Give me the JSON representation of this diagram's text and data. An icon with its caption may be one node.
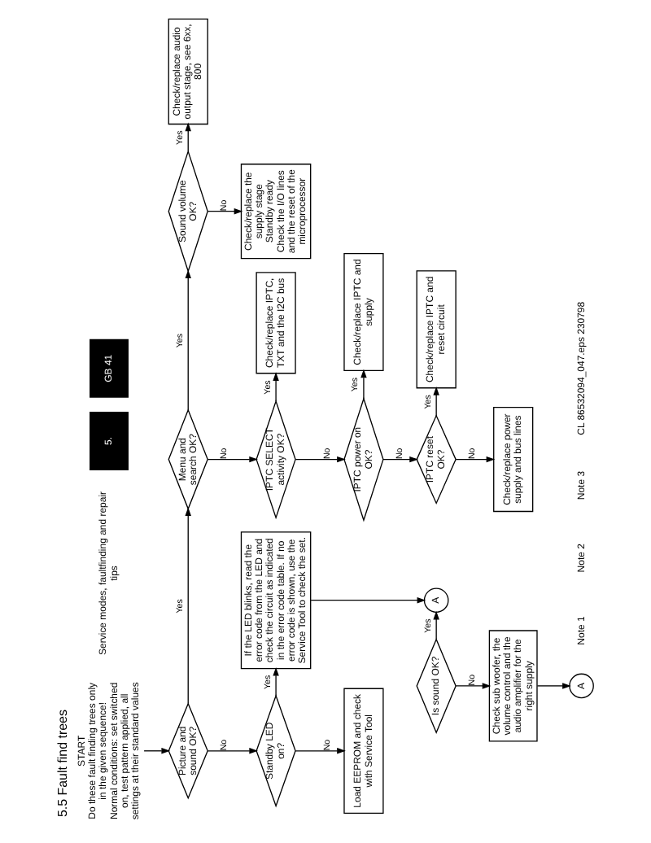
{
  "diagram": {
    "title": "5.5 Fault find trees",
    "nodes": [
      {
        "text": [
          "START",
          "Do these fault finding trees only in the given sequence!",
          "Normal conditions: set switched on, test pattern applied, all settings at their standard values"
        ]
      },
      {
        "text": [
          "Picture and sound OK?"
        ]
      },
      {
        "text": [
          "Menu and search OK?"
        ]
      },
      {
        "text": [
          "Sound volume OK?"
        ]
      },
      {
        "text": [
          "Check/replace audio output stage, see 6xx, 800"
        ]
      },
      {
        "text": [
          "Standby LED on?"
        ]
      },
      {
        "text": [
          "If the LED blinks, read the error code from the LED and check the circuit as indicated in the error code table. If no error code is shown, use the Service Tool to check the set."
        ]
      },
      {
        "text": [
          "IPTC SELECT activity OK?"
        ]
      },
      {
        "text": [
          "Check/replace IPTC, TXT and the I2C bus"
        ]
      },
      {
        "text": [
          "Check/replace the supply stage",
          "Standby ready",
          "Check the I/O lines and the reset of the microprocessor"
        ]
      },
      {
        "text": [
          "Load EEPROM and check with Service Tool"
        ]
      },
      {
        "text": [
          "IPTC power on OK?"
        ]
      },
      {
        "text": [
          "Check/replace IPTC and supply"
        ]
      },
      {
        "text": [
          "A"
        ]
      },
      {
        "text": [
          "Is sound OK?"
        ]
      },
      {
        "text": [
          "IPTC reset OK?"
        ]
      },
      {
        "text": [
          "Check/replace IPTC and reset circuit"
        ]
      },
      {
        "text": [
          "Check sub woofer, the volume control and the audio amplifier for the right supply"
        ]
      },
      {
        "text": [
          "Check/replace power supply and bus lines"
        ]
      },
      {
        "text": [
          "A"
        ]
      }
    ],
    "edges": [
      {
        "from": 0,
        "to": 1,
        "arrow": "to"
      },
      {
        "from": 1,
        "to": 2,
        "arrow": "to",
        "label": "Yes"
      },
      {
        "from": 2,
        "to": 3,
        "arrow": "to",
        "label": "Yes"
      },
      {
        "from": 3,
        "to": 4,
        "arrow": "to",
        "label": "Yes"
      },
      {
        "from": 1,
        "to": 5,
        "arrow": "to",
        "label": "No"
      },
      {
        "from": 5,
        "to": 6,
        "arrow": "to",
        "label": "Yes"
      },
      {
        "from": 5,
        "to": 10,
        "arrow": "to",
        "label": "No"
      },
      {
        "from": 2,
        "to": 7,
        "arrow": "to",
        "label": "No"
      },
      {
        "from": 7,
        "to": 8,
        "arrow": "to",
        "label": "Yes"
      },
      {
        "from": 3,
        "to": 9,
        "arrow": "to",
        "label": "No"
      },
      {
        "from": 7,
        "to": 11,
        "arrow": "to",
        "label": "No"
      },
      {
        "from": 11,
        "to": 12,
        "arrow": "to",
        "label": "Yes"
      },
      {
        "from": 11,
        "to": 15,
        "arrow": "to",
        "label": "No"
      },
      {
        "from": 15,
        "to": 16,
        "arrow": "to",
        "label": "Yes"
      },
      {
        "from": 15,
        "to": 18,
        "arrow": "to",
        "label": "No"
      },
      {
        "from": 6,
        "to": 13,
        "arrow": "to"
      },
      {
        "from": 14,
        "to": 13,
        "arrow": "to",
        "label": "Yes"
      },
      {
        "from": 14,
        "to": 17,
        "arrow": "to",
        "label": "No"
      },
      {
        "from": 17,
        "to": 19,
        "arrow": "to"
      }
    ],
    "labels": [
      "Service modes, faultfinding and repair tips",
      "5.",
      "GB 41",
      "Note 1",
      "Note 2",
      "Note 3",
      "CL 86532094_047.eps 230798"
    ]
  }
}
